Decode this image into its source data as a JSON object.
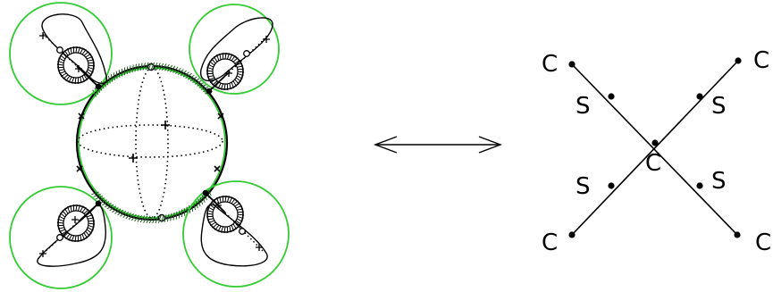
{
  "left_figure": {
    "sphere": {
      "ring_color": "#33cc33",
      "hatch_color": "#000000"
    },
    "lobes": [
      {
        "position": "top-left"
      },
      {
        "position": "top-right"
      },
      {
        "position": "bottom-left"
      },
      {
        "position": "bottom-right"
      }
    ]
  },
  "arrow": {
    "type": "double-headed"
  },
  "graph": {
    "center_label": "C",
    "nodes": [
      {
        "role": "center",
        "label": "C"
      },
      {
        "role": "mid",
        "label": "S",
        "direction": "upper-left"
      },
      {
        "role": "end",
        "label": "C",
        "direction": "upper-left"
      },
      {
        "role": "mid",
        "label": "S",
        "direction": "upper-right"
      },
      {
        "role": "end",
        "label": "C",
        "direction": "upper-right"
      },
      {
        "role": "mid",
        "label": "S",
        "direction": "lower-left"
      },
      {
        "role": "end",
        "label": "C",
        "direction": "lower-left"
      },
      {
        "role": "mid",
        "label": "S",
        "direction": "lower-right"
      },
      {
        "role": "end",
        "label": "C",
        "direction": "lower-right"
      }
    ]
  }
}
